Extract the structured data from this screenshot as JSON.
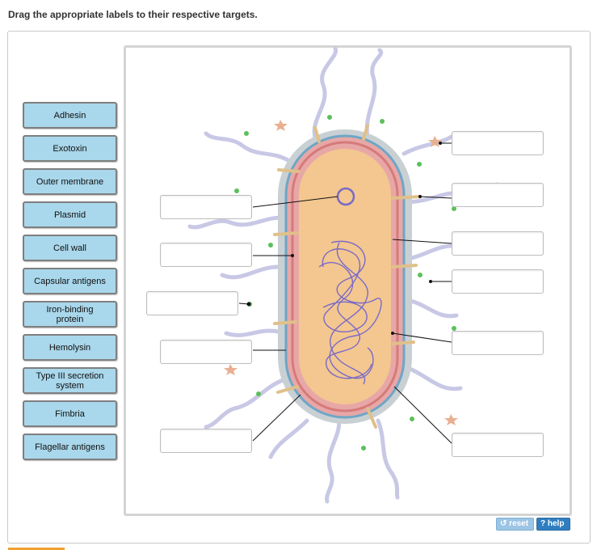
{
  "instructions": "Drag the appropriate labels to their respective targets.",
  "labels": [
    "Adhesin",
    "Exotoxin",
    "Outer membrane",
    "Plasmid",
    "Cell wall",
    "Capsular antigens",
    "Iron-binding\nprotein",
    "Hemolysin",
    "Type III secretion\nsystem",
    "Fimbria",
    "Flagellar antigens"
  ],
  "toolbar": {
    "reset_label": "reset",
    "help_label": "help",
    "reset_icon": "refresh-icon",
    "help_icon": "question-icon"
  },
  "colors": {
    "label_bg": "#a9d7eb",
    "button_blue": "#2f7ec0",
    "flagella": "#c8c8e6",
    "capsule": "#c9d0d4",
    "cytoplasm": "#f3c78f",
    "nucleoid": "#7a6ac8",
    "fimbria": "#e0c08a"
  }
}
